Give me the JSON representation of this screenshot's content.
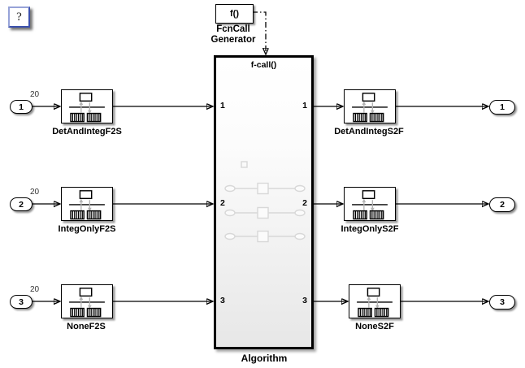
{
  "help_button": {
    "label": "?"
  },
  "fcn_generator": {
    "block_text": "f()",
    "label_line1": "FcnCall",
    "label_line2": "Generator"
  },
  "algorithm": {
    "label": "Algorithm",
    "trigger_label": "f-call()",
    "left_ports": [
      "1",
      "2",
      "3"
    ],
    "right_ports": [
      "1",
      "2",
      "3"
    ]
  },
  "inputs": [
    {
      "id": "1",
      "signal_label": "20"
    },
    {
      "id": "2",
      "signal_label": "20"
    },
    {
      "id": "3",
      "signal_label": "20"
    }
  ],
  "outputs": [
    {
      "id": "1"
    },
    {
      "id": "2"
    },
    {
      "id": "3"
    }
  ],
  "left_subsystems": [
    {
      "label": "DetAndIntegF2S"
    },
    {
      "label": "IntegOnlyF2S"
    },
    {
      "label": "NoneF2S"
    }
  ],
  "right_subsystems": [
    {
      "label": "DetAndIntegS2F"
    },
    {
      "label": "IntegOnlyS2F"
    },
    {
      "label": "NoneS2F"
    }
  ],
  "colors": {
    "wire": "#000000",
    "block_border": "#000000",
    "help_border": "#3c50ac",
    "preview_faint": "#d8d8d8"
  }
}
